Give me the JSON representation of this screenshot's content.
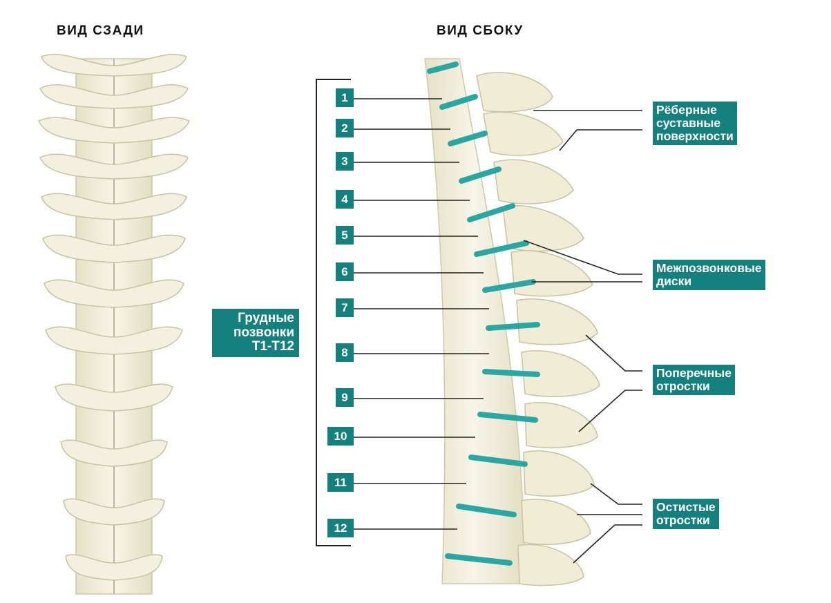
{
  "titles": {
    "back_view": "ВИД СЗАДИ",
    "side_view": "ВИД СБОКУ"
  },
  "thoracic_label": {
    "lines": [
      "Грудные",
      "позвонки",
      "Т1-Т12"
    ]
  },
  "vertebra_numbers": [
    "1",
    "2",
    "3",
    "4",
    "5",
    "6",
    "7",
    "8",
    "9",
    "10",
    "11",
    "12"
  ],
  "callouts": {
    "rib_facets": [
      "Рёберные",
      "суставные",
      "поверхности"
    ],
    "discs": [
      "Межпозвонковые",
      "диски"
    ],
    "transverse": [
      "Поперечные",
      "отростки"
    ],
    "spinous": [
      "Остистые",
      "отростки"
    ]
  },
  "colors": {
    "accent": "#14817f",
    "bone": "#f2efdc",
    "bone_shadow": "#d9d4b8",
    "disc": "#2aa6a3"
  }
}
